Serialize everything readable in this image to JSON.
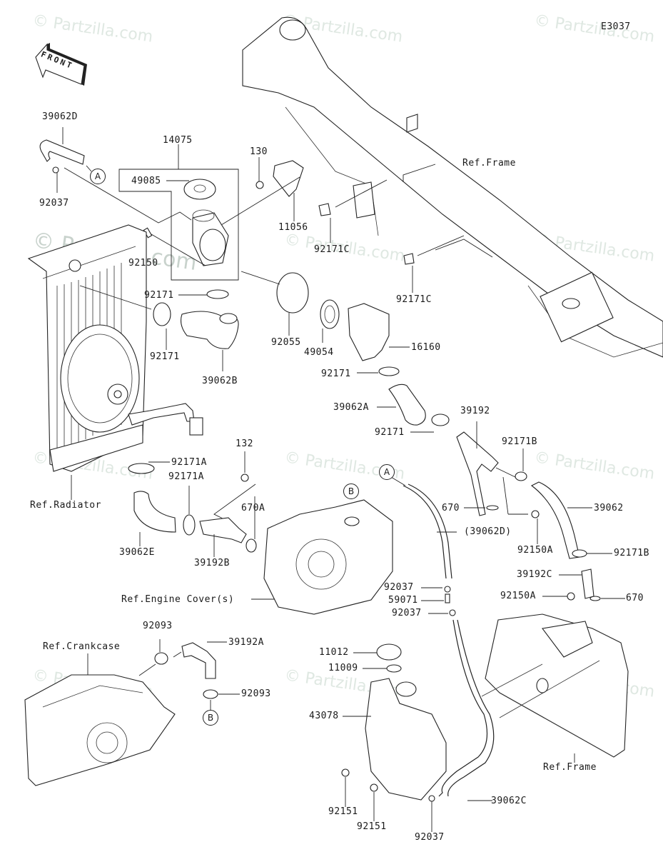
{
  "diagram_id": "E3037",
  "front_arrow_label": "FRONT",
  "watermark": "© Partzilla.com",
  "parts": [
    {
      "id": "39062D",
      "label": "39062D"
    },
    {
      "id": "92037-a",
      "label": "92037"
    },
    {
      "id": "14075",
      "label": "14075"
    },
    {
      "id": "49085",
      "label": "49085"
    },
    {
      "id": "130",
      "label": "130"
    },
    {
      "id": "11056",
      "label": "11056"
    },
    {
      "id": "92150",
      "label": "92150"
    },
    {
      "id": "92171C-a",
      "label": "92171C"
    },
    {
      "id": "92171C-b",
      "label": "92171C"
    },
    {
      "id": "92171-a",
      "label": "92171"
    },
    {
      "id": "92171-b",
      "label": "92171"
    },
    {
      "id": "92055",
      "label": "92055"
    },
    {
      "id": "49054",
      "label": "49054"
    },
    {
      "id": "39062B",
      "label": "39062B"
    },
    {
      "id": "16160",
      "label": "16160"
    },
    {
      "id": "92171-c",
      "label": "92171"
    },
    {
      "id": "39062A",
      "label": "39062A"
    },
    {
      "id": "39192",
      "label": "39192"
    },
    {
      "id": "92171-d",
      "label": "92171"
    },
    {
      "id": "92171B-a",
      "label": "92171B"
    },
    {
      "id": "92171A-a",
      "label": "92171A"
    },
    {
      "id": "92171A-b",
      "label": "92171A"
    },
    {
      "id": "132",
      "label": "132"
    },
    {
      "id": "670A",
      "label": "670A"
    },
    {
      "id": "670-a",
      "label": "670"
    },
    {
      "id": "39062",
      "label": "39062"
    },
    {
      "id": "39062D-ref",
      "label": "(39062D)"
    },
    {
      "id": "92150A-a",
      "label": "92150A"
    },
    {
      "id": "92171B-b",
      "label": "92171B"
    },
    {
      "id": "39062E",
      "label": "39062E"
    },
    {
      "id": "39192B",
      "label": "39192B"
    },
    {
      "id": "39192C",
      "label": "39192C"
    },
    {
      "id": "92150A-b",
      "label": "92150A"
    },
    {
      "id": "670-b",
      "label": "670"
    },
    {
      "id": "92037-b",
      "label": "92037"
    },
    {
      "id": "59071",
      "label": "59071"
    },
    {
      "id": "92037-c",
      "label": "92037"
    },
    {
      "id": "92093-a",
      "label": "92093"
    },
    {
      "id": "39192A",
      "label": "39192A"
    },
    {
      "id": "92093-b",
      "label": "92093"
    },
    {
      "id": "11012",
      "label": "11012"
    },
    {
      "id": "11009",
      "label": "11009"
    },
    {
      "id": "43078",
      "label": "43078"
    },
    {
      "id": "92151-a",
      "label": "92151"
    },
    {
      "id": "92151-b",
      "label": "92151"
    },
    {
      "id": "92037-d",
      "label": "92037"
    },
    {
      "id": "39062C",
      "label": "39062C"
    }
  ],
  "references": {
    "frame_top": "Ref.Frame",
    "radiator": "Ref.Radiator",
    "engine_cover": "Ref.Engine Cover(s)",
    "crankcase": "Ref.Crankcase",
    "frame_bottom": "Ref.Frame"
  },
  "connectors": {
    "A": "A",
    "B": "B"
  }
}
